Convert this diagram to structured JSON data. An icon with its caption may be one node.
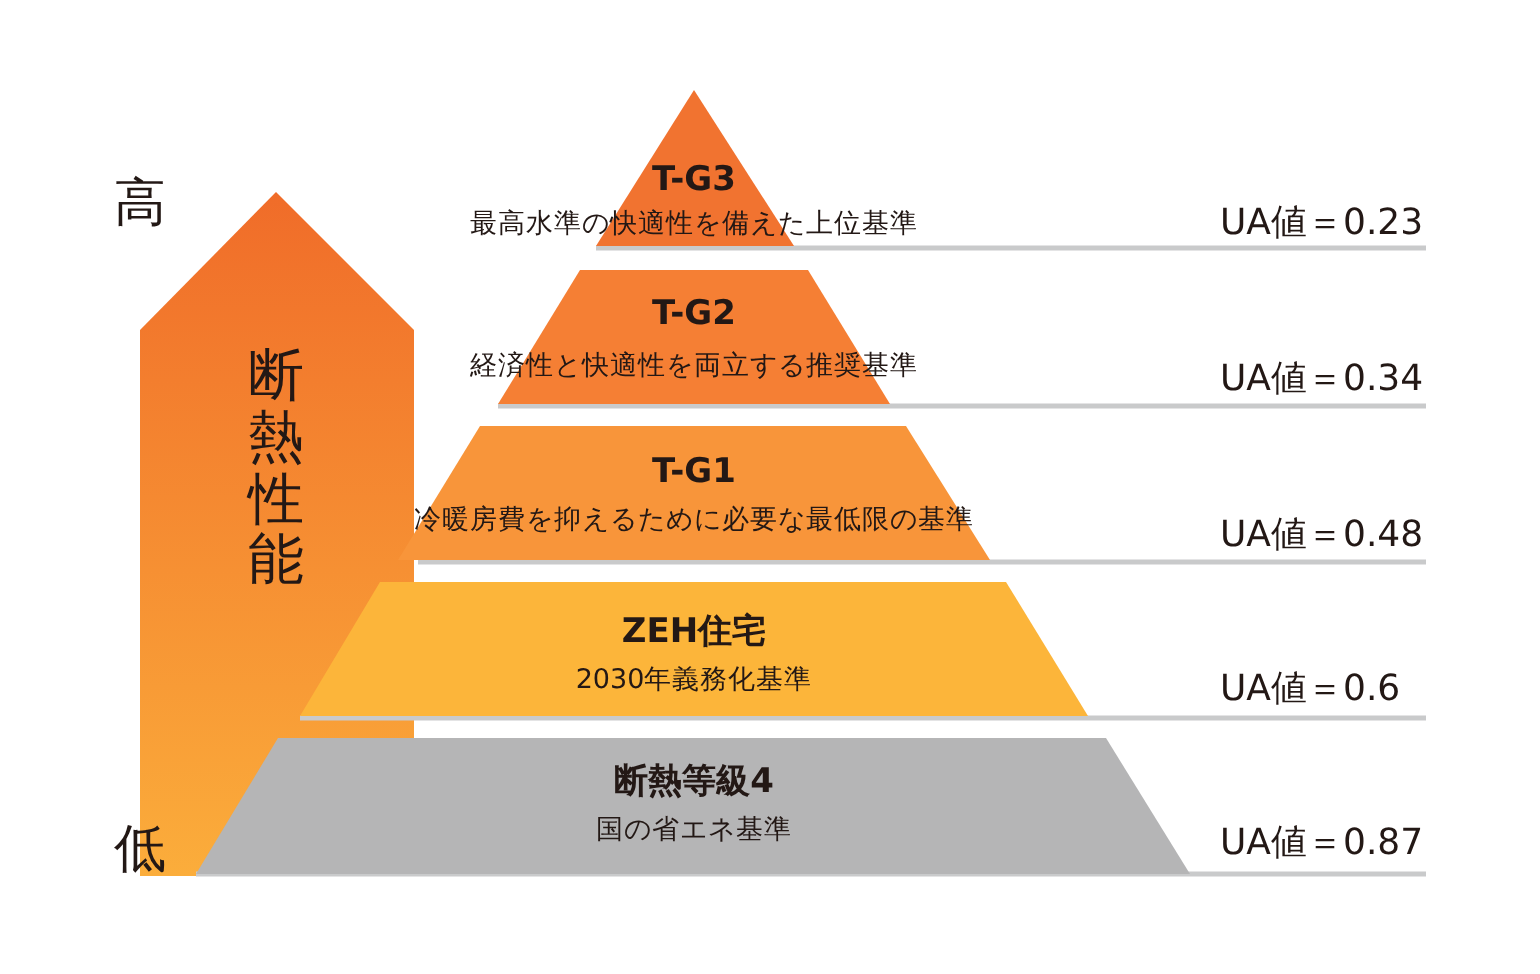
{
  "diagram": {
    "nodes": [
      {
        "text": [
          "断熱性能"
        ]
      },
      {
        "text": [
          "T-G3",
          "最高水準の快適性を備えた上位基準"
        ]
      },
      {
        "text": [
          "T-G2",
          "経済性と快適性を両立する推奨基準"
        ]
      },
      {
        "text": [
          "T-G1",
          "冷暖房費を抑えるために必要な最低限の基準"
        ]
      },
      {
        "text": [
          "ZEH住宅",
          "2030年義務化基準"
        ]
      },
      {
        "text": [
          "断熱等級4",
          "国の省エネ基準"
        ]
      }
    ],
    "labels": [
      "高",
      "UA値＝0.23",
      "UA値＝0.34",
      "UA値＝0.48",
      "UA値＝0.6",
      "低",
      "UA値＝0.87"
    ]
  }
}
